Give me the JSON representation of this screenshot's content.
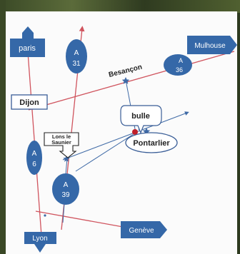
{
  "cities": {
    "paris": "paris",
    "mulhouse": "Mulhouse",
    "dijon": "Dijon",
    "besancon": "Besançon",
    "bulle": "bulle",
    "pontarlier": "Pontarlier",
    "lons_line1": "Lons le",
    "lons_line2": "Saunier",
    "lyon": "Lyon",
    "geneve": "Genève"
  },
  "roads": {
    "a31": {
      "letter": "A",
      "number": "31"
    },
    "a36": {
      "letter": "A",
      "number": "36"
    },
    "a6": {
      "letter": "A",
      "number": "6"
    },
    "a39": {
      "letter": "A",
      "number": "39"
    }
  },
  "colors": {
    "road_red": "#d0545e",
    "route_blue": "#3f6aa6",
    "sign_blue": "#3568a8",
    "box_border": "#3a5e97",
    "marker_red": "#c0202a"
  }
}
